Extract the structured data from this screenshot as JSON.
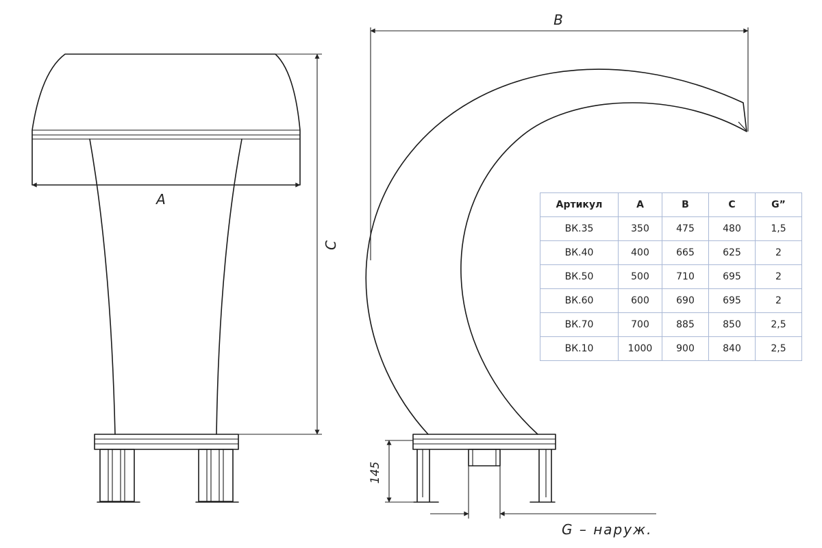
{
  "dimensions": {
    "a": "A",
    "b": "B",
    "c": "C",
    "base_height": "145",
    "g_note": "G – наруж."
  },
  "table": {
    "headers": [
      "Артикул",
      "A",
      "B",
      "C",
      "G”"
    ],
    "rows": [
      [
        "ВК.35",
        "350",
        "475",
        "480",
        "1,5"
      ],
      [
        "ВК.40",
        "400",
        "665",
        "625",
        "2"
      ],
      [
        "ВК.50",
        "500",
        "710",
        "695",
        "2"
      ],
      [
        "ВК.60",
        "600",
        "690",
        "695",
        "2"
      ],
      [
        "ВК.70",
        "700",
        "885",
        "850",
        "2,5"
      ],
      [
        "ВК.10",
        "1000",
        "900",
        "840",
        "2,5"
      ]
    ]
  }
}
